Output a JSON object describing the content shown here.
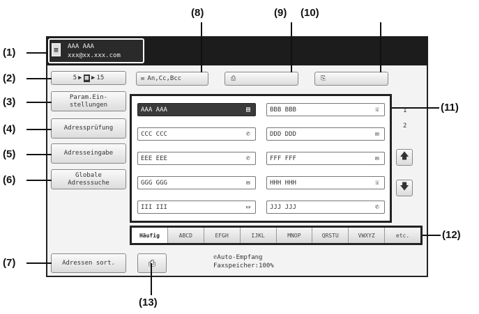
{
  "callouts": {
    "c1": "(1)",
    "c2": "(2)",
    "c3": "(3)",
    "c4": "(4)",
    "c5": "(5)",
    "c6": "(6)",
    "c7": "(7)",
    "c8": "(8)",
    "c9": "(9)",
    "c10": "(10)",
    "c11": "(11)",
    "c12": "(12)",
    "c13": "(13)"
  },
  "destination": {
    "name": "AAA AAA",
    "address": "xxx@xx.xxx.com"
  },
  "display_toggle": {
    "left": "5",
    "right": "15"
  },
  "left_buttons": {
    "params": "Param.Ein-\nstellungen",
    "review": "Adressprüfung",
    "entry": "Adresseingabe",
    "global": "Globale\nAdresssuche",
    "sort": "Adressen sort."
  },
  "top_buttons": {
    "cc_bcc": "An,Cc,Bcc"
  },
  "entries": [
    {
      "name": "AAA AAA",
      "icon": "▤",
      "selected": true
    },
    {
      "name": "BBB BBB",
      "icon": "☏"
    },
    {
      "name": "CCC CCC",
      "icon": "✆"
    },
    {
      "name": "DDD DDD",
      "icon": "✉"
    },
    {
      "name": "EEE EEE",
      "icon": "✆"
    },
    {
      "name": "FFF FFF",
      "icon": "✉"
    },
    {
      "name": "GGG GGG",
      "icon": "✉"
    },
    {
      "name": "HHH HHH",
      "icon": "☏"
    },
    {
      "name": "III III",
      "icon": "▭"
    },
    {
      "name": "JJJ JJJ",
      "icon": "✆"
    }
  ],
  "pages": {
    "p1": "1",
    "p2": "2"
  },
  "tabs": [
    "Häufig",
    "ABCD",
    "EFGH",
    "IJKL",
    "MNOP",
    "QRSTU",
    "VWXYZ",
    "etc."
  ],
  "status": {
    "line1": "Auto-Empfang",
    "line2": "Faxspeicher:100%"
  }
}
